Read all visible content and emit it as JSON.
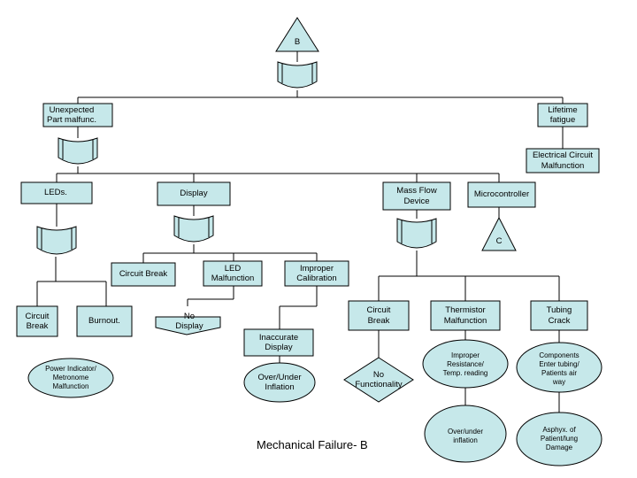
{
  "diagram": {
    "caption": "Mechanical Failure- B",
    "nodes": {
      "top_event": "B",
      "unexpected": "Unexpected\nPart malfunc.",
      "lifetime": "Lifetime\nfatigue",
      "electrical": "Electrical Circuit\nMalfunction",
      "leds": "LEDs.",
      "display": "Display",
      "massflow": "Mass Flow\nDevice",
      "micro": "Microcontroller",
      "transfer_c": "C",
      "circuitbreak_mid": "Circuit Break",
      "led_malfunction": "LED\nMalfunction",
      "improper_cal": "Improper\nCalibration",
      "circuit_break_left": "Circuit\nBreak",
      "burnout": "Burnout.",
      "power_indicator": "Power Indicator/\nMetronome\nMalfunction",
      "no_display": "No\nDisplay",
      "inaccurate": "Inaccurate\nDisplay",
      "over_under": "Over/Under\nInflation",
      "cb_right": "Circuit\nBreak",
      "no_func": "No\nFunctionality",
      "thermistor": "Thermistor\nMalfunction",
      "improper_res": "Improper\nResistance/\nTemp. reading",
      "over_under2": "Over/under\ninflation",
      "tubing": "Tubing\nCrack",
      "components": "Components\nEnter tubing/\nPatients air\nway",
      "asphyx": "Asphyx. of\nPatient/lung\nDamage"
    }
  },
  "colors": {
    "fill": "#c6e8ea",
    "stroke": "#000000",
    "line": "#000000"
  }
}
